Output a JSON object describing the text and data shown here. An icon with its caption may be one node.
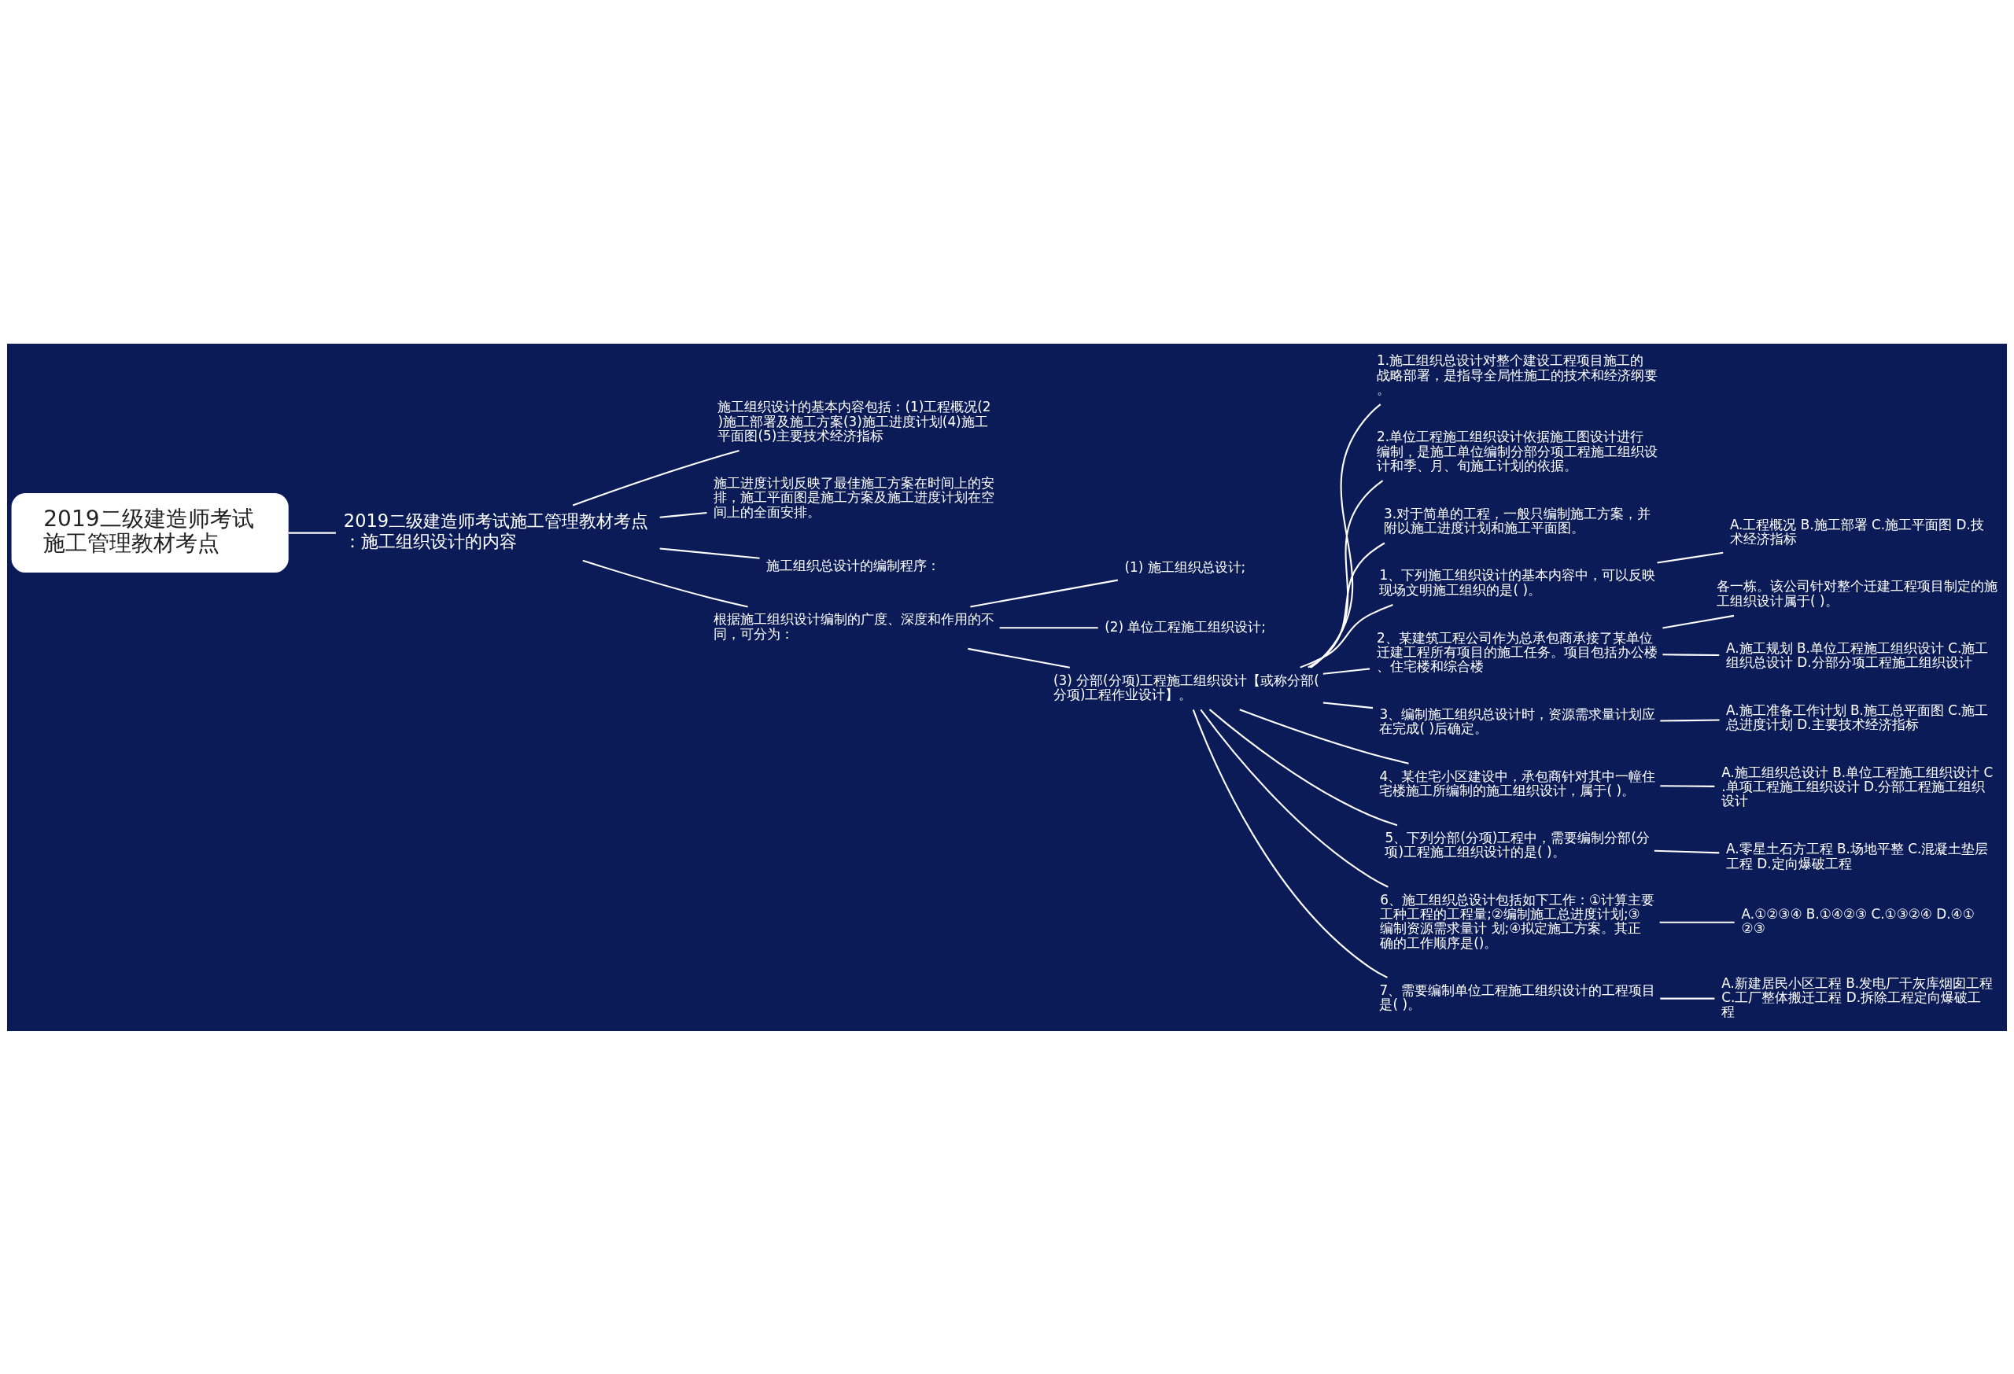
{
  "diagram": {
    "nodes": [
      {
        "text": [
          "2019二级建造师考试施工管理教材考点"
        ]
      },
      {
        "text": [
          "2019二级建造师考试施工管理教材考点：施工组织设计的内容"
        ]
      },
      {
        "text": [
          "施工组织设计的基本内容包括：(1)工程概况(2)施工部署及施工方案(3)施工进度计划(4)施工平面图(5)主要技术经济指标"
        ]
      },
      {
        "text": [
          "施工进度计划反映了最佳施工方案在时间上的安排，施工平面图是施工方案及施工进度计划在空间上的全面安排。"
        ]
      },
      {
        "text": [
          "施工组织总设计的编制程序："
        ]
      },
      {
        "text": [
          "根据施工组织设计编制的广度、深度和作用的不同，可分为："
        ]
      },
      {
        "text": [
          "(1) 施工组织总设计;"
        ]
      },
      {
        "text": [
          "(2) 单位工程施工组织设计;"
        ]
      },
      {
        "text": [
          "(3) 分部(分项)工程施工组织设计【或称分部(分项)工程作业设计】。"
        ]
      },
      {
        "text": [
          "1.施工组织总设计对整个建设工程项目施工的战略部署，是指导全局性施工的技术和经济纲要。"
        ]
      },
      {
        "text": [
          "2.单位工程施工组织设计依据施工图设计进行编制，是施工单位编制分部分项工程施工组织设计和季、月、旬施工计划的依据。"
        ]
      },
      {
        "text": [
          "3.对于简单的工程，一般只编制施工方案，并附以施工进度计划和施工平面图。"
        ]
      },
      {
        "text": [
          "1、下列施工组织设计的基本内容中，可以反映现场文明施工组织的是( )。"
        ]
      },
      {
        "text": [
          "2、某建筑工程公司作为总承包商承接了某单位迁建工程所有项目的施工任务。项目包括办公楼、住宅楼和综合楼"
        ]
      },
      {
        "text": [
          "3、编制施工组织总设计时，资源需求量计划应在完成( )后确定。"
        ]
      },
      {
        "text": [
          "4、某住宅小区建设中，承包商针对其中一幢住宅楼施工所编制的施工组织设计，属于( )。"
        ]
      },
      {
        "text": [
          "5、下列分部(分项)工程中，需要编制分部(分项)工程施工组织设计的是( )。"
        ]
      },
      {
        "text": [
          "6、施工组织总设计包括如下工作：①计算主要工种工程的工程量;②编制施工总进度计划;③编制资源需求量计 划;④拟定施工方案。其正确的工作顺序是()。"
        ]
      },
      {
        "text": [
          "7、需要编制单位工程施工组织设计的工程项目是( )。"
        ]
      },
      {
        "text": [
          "A.工程概况 B.施工部署 C.施工平面图 D.技术经济指标"
        ]
      },
      {
        "text": [
          "各一栋。该公司针对整个迁建工程项目制定的施工组织设计属于( )。"
        ]
      },
      {
        "text": [
          "A.施工规划 B.单位工程施工组织设计 C.施工组织总设计 D.分部分项工程施工组织设计"
        ]
      },
      {
        "text": [
          "A.施工准备工作计划 B.施工总平面图 C.施工总进度计划 D.主要技术经济指标"
        ]
      },
      {
        "text": [
          "A.施工组织总设计 B.单位工程施工组织设计 C.单项工程施工组织设计 D.分部工程施工组织设计"
        ]
      },
      {
        "text": [
          "A.零星土石方工程 B.场地平整 C.混凝土垫层工程 D.定向爆破工程"
        ]
      },
      {
        "text": [
          "A.①②③④ B.①④②③ C.①③②④ D.④①②③"
        ]
      },
      {
        "text": [
          "A.新建居民小区工程 B.发电厂干灰库烟囱工程 C.工厂整体搬迁工程 D.拆除工程定向爆破工程"
        ]
      }
    ],
    "edges": [
      {
        "from": 0,
        "to": 1,
        "arrow": "none"
      },
      {
        "from": 1,
        "to": 2,
        "arrow": "none"
      },
      {
        "from": 1,
        "to": 3,
        "arrow": "none"
      },
      {
        "from": 1,
        "to": 4,
        "arrow": "none"
      },
      {
        "from": 1,
        "to": 5,
        "arrow": "none"
      },
      {
        "from": 5,
        "to": 6,
        "arrow": "none"
      },
      {
        "from": 5,
        "to": 7,
        "arrow": "none"
      },
      {
        "from": 5,
        "to": 8,
        "arrow": "none"
      },
      {
        "from": 8,
        "to": 9,
        "arrow": "none"
      },
      {
        "from": 8,
        "to": 10,
        "arrow": "none"
      },
      {
        "from": 8,
        "to": 11,
        "arrow": "none"
      },
      {
        "from": 8,
        "to": 12,
        "arrow": "none"
      },
      {
        "from": 8,
        "to": 13,
        "arrow": "none"
      },
      {
        "from": 8,
        "to": 14,
        "arrow": "none"
      },
      {
        "from": 8,
        "to": 15,
        "arrow": "none"
      },
      {
        "from": 8,
        "to": 16,
        "arrow": "none"
      },
      {
        "from": 8,
        "to": 17,
        "arrow": "none"
      },
      {
        "from": 8,
        "to": 18,
        "arrow": "none"
      },
      {
        "from": 12,
        "to": 19,
        "arrow": "none"
      },
      {
        "from": 13,
        "to": 20,
        "arrow": "none"
      },
      {
        "from": 13,
        "to": 21,
        "arrow": "none"
      },
      {
        "from": 14,
        "to": 22,
        "arrow": "none"
      },
      {
        "from": 15,
        "to": 23,
        "arrow": "none"
      },
      {
        "from": 16,
        "to": 24,
        "arrow": "none"
      },
      {
        "from": 17,
        "to": 25,
        "arrow": "none"
      },
      {
        "from": 18,
        "to": 26,
        "arrow": "none"
      }
    ]
  }
}
